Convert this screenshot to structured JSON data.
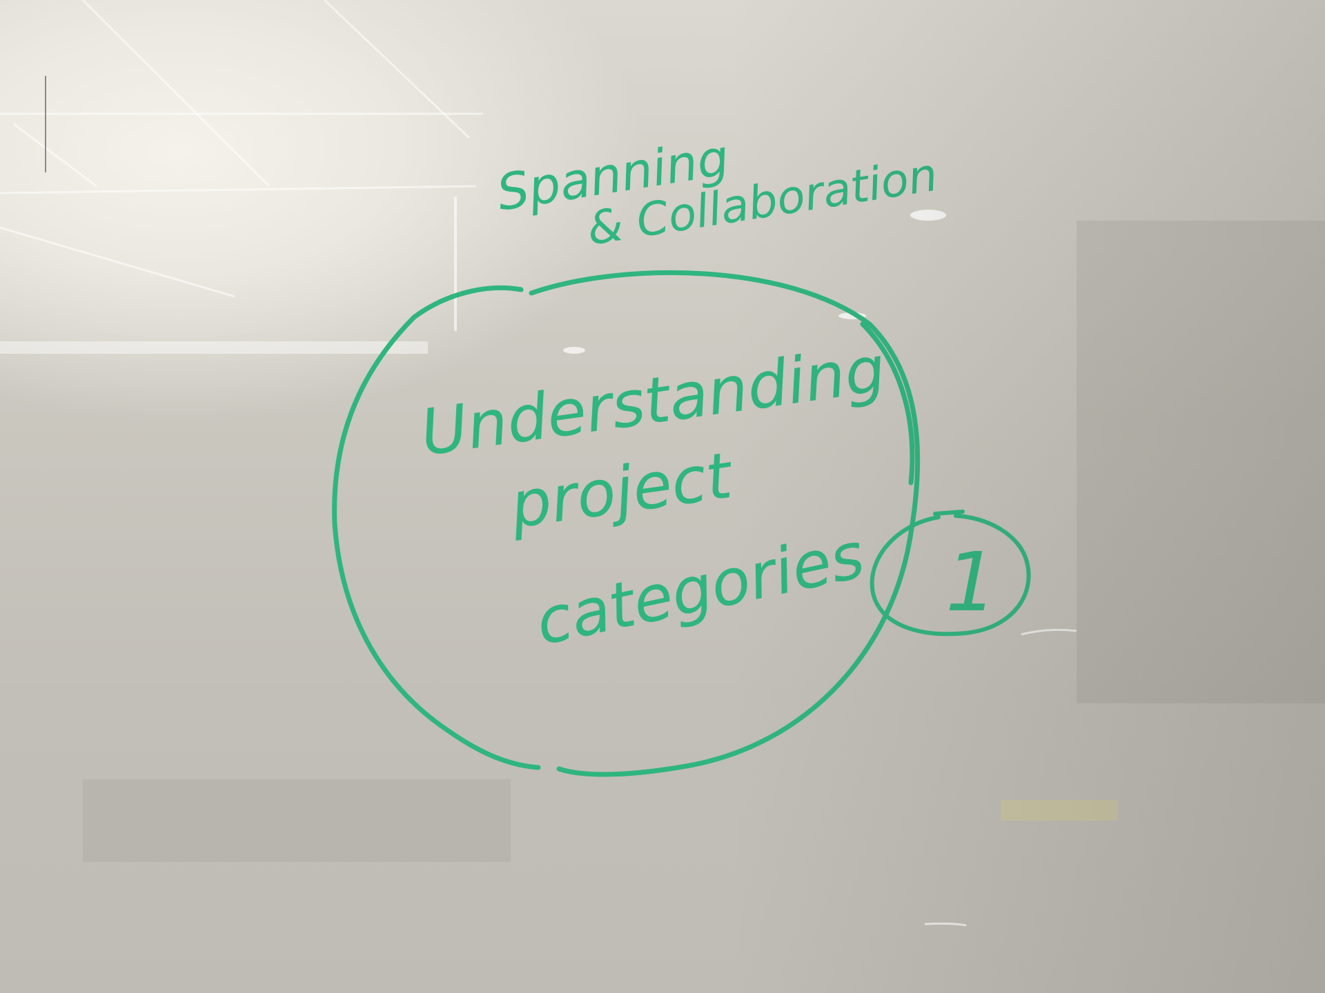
{
  "whiteboard": {
    "heading_line1": "Spanning",
    "heading_line2": "& Collaboration",
    "circle_line1": "Understanding",
    "circle_line2": "project",
    "circle_line3": "categories",
    "badge_number": "1",
    "ink_color": "#2fb57e"
  }
}
